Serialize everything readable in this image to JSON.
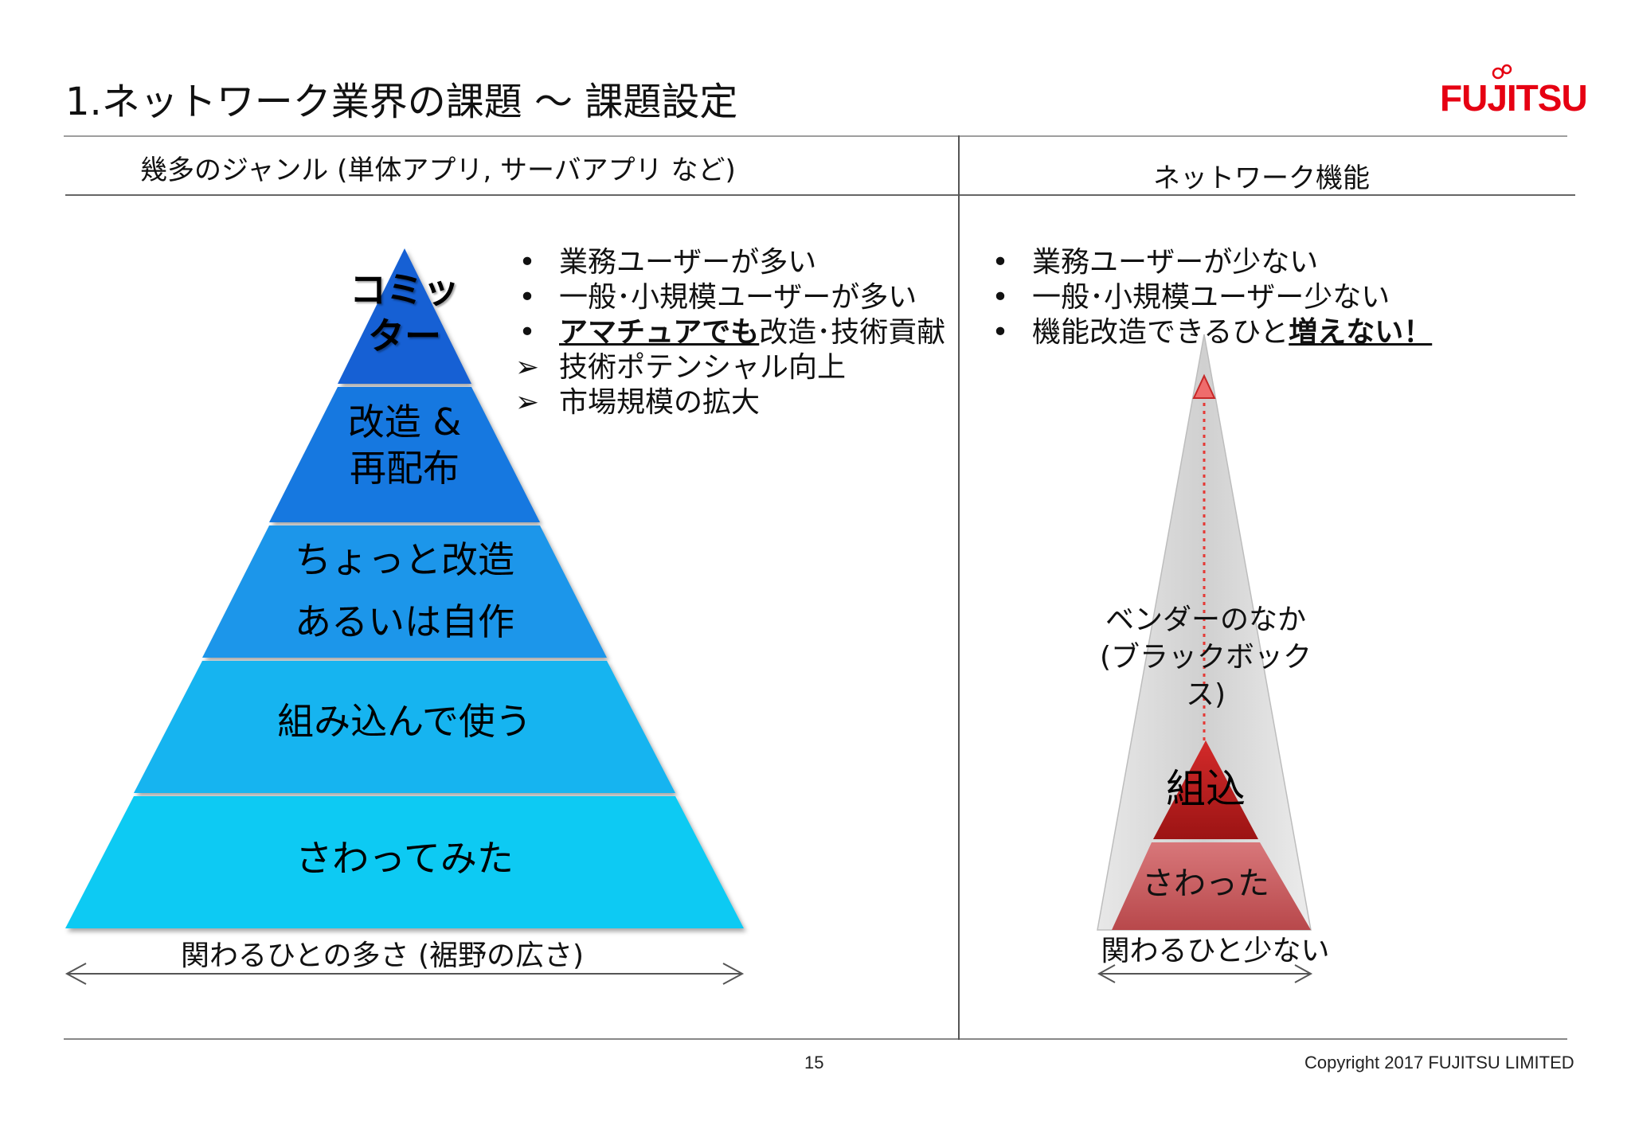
{
  "slide": {
    "title": "1.ネットワーク業界の課題 〜 課題設定",
    "logo_text": "FUJITSU",
    "page_number": "15",
    "copyright": "Copyright 2017 FUJITSU LIMITED"
  },
  "colors": {
    "brand": "#e60012",
    "pyramid_top": "#1565d6",
    "pyramid_mid": "#1e8fe8",
    "pyramid_bottom": "#12c2f0",
    "red_top": "#b71c1c",
    "red_bottom": "#c9575a",
    "gray_triangle": "#d9d9d9"
  },
  "left_panel": {
    "header": "幾多のジャンル (単体アプリ, サーバアプリ など)",
    "layers": [
      {
        "label": "コミッ\nター"
      },
      {
        "label": "改造 &\n再配布"
      },
      {
        "label": "ちょっと改造\nあるいは自作"
      },
      {
        "label": "組み込んで使う"
      },
      {
        "label": "さわってみた"
      }
    ],
    "bullets": [
      {
        "mark": "•",
        "text": "業務ユーザーが多い"
      },
      {
        "mark": "•",
        "text": "一般･小規模ユーザーが多い"
      },
      {
        "mark": "•",
        "emph": "アマチュアでも",
        "text": "改造･技術貢献"
      },
      {
        "mark": "➢",
        "text": "技術ポテンシャル向上"
      },
      {
        "mark": "➢",
        "text": "市場規模の拡大"
      }
    ],
    "axis_label": "関わるひとの多さ (裾野の広さ)"
  },
  "right_panel": {
    "header": "ネットワーク機能",
    "bullets": [
      {
        "mark": "•",
        "text": "業務ユーザーが少ない"
      },
      {
        "mark": "•",
        "text": "一般･小規模ユーザー少ない"
      },
      {
        "mark": "•",
        "text": "機能改造できるひと",
        "emph": "増えない！"
      }
    ],
    "vendor_label": "ベンダーのなか\n(ブラックボックス)",
    "red_top_label": "組込",
    "red_bottom_label": "さわった",
    "axis_label": "関わるひと少ない"
  }
}
